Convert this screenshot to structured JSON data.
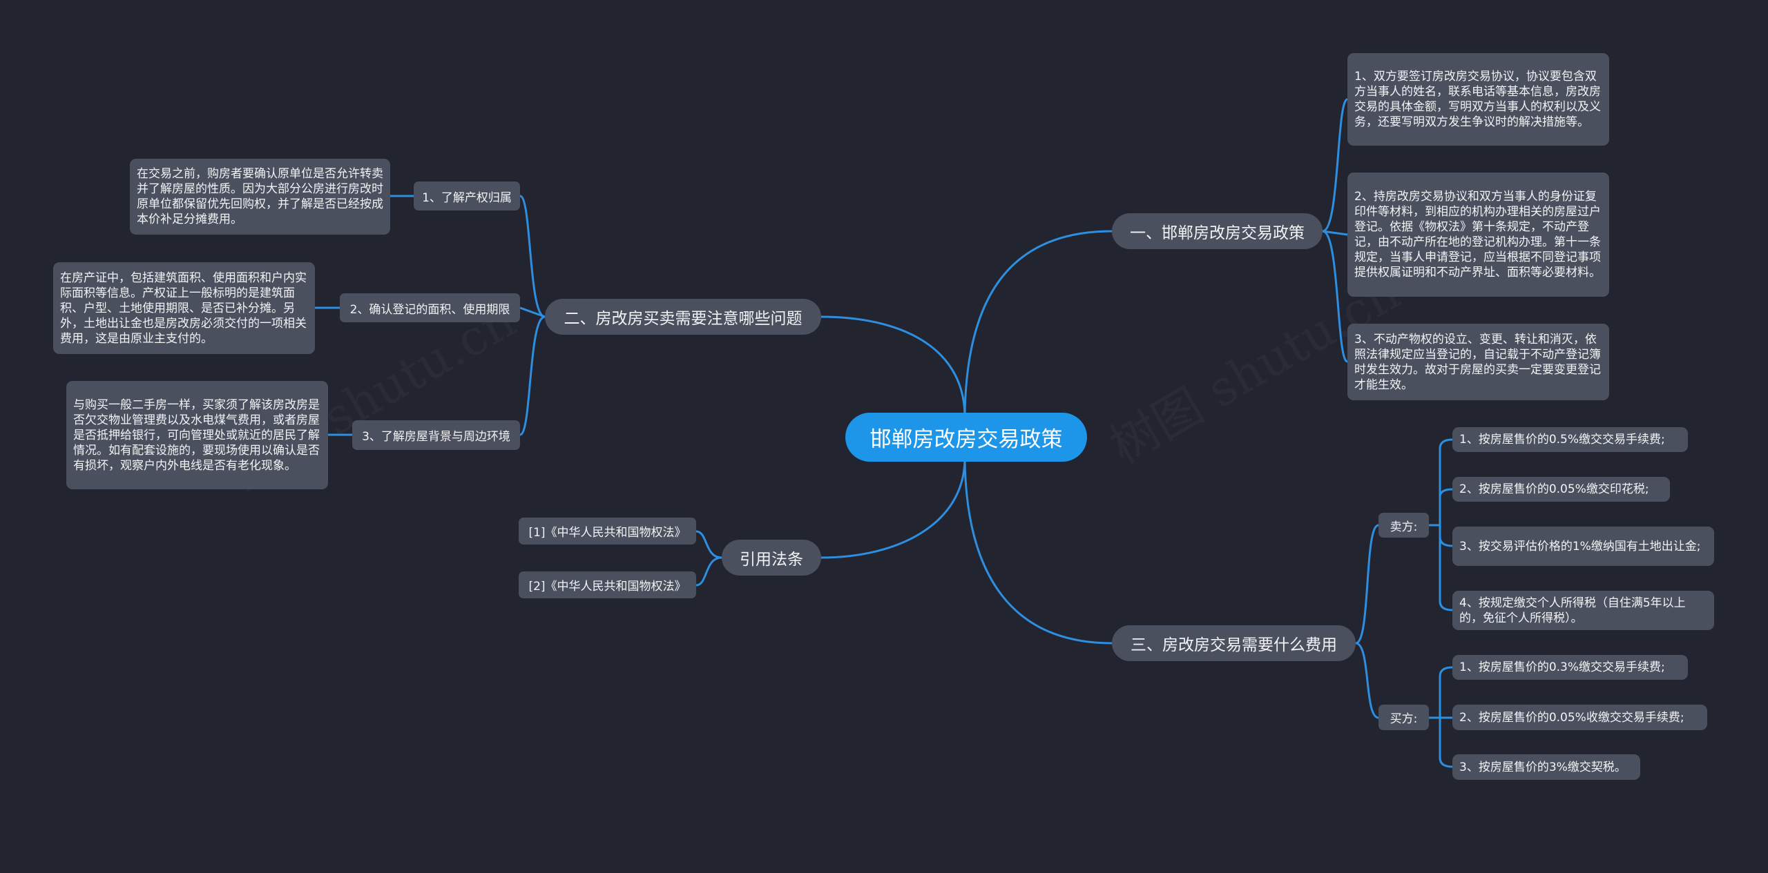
{
  "root": "邯郸房改房交易政策",
  "watermark": "树图 shutu.cn",
  "branch1": {
    "label": "一、邯郸房改房交易政策",
    "items": [
      "1、双方要签订房改房交易协议，协议要包含双方当事人的姓名，联系电话等基本信息，房改房交易的具体金额，写明双方当事人的权利以及义务，还要写明双方发生争议时的解决措施等。",
      "2、持房改房交易协议和双方当事人的身份证复印件等材料，到相应的机构办理相关的房屋过户登记。依据《物权法》第十条规定，不动产登记，由不动产所在地的登记机构办理。第十一条规定，当事人申请登记，应当根据不同登记事项提供权属证明和不动产界址、面积等必要材料。",
      "3、不动产物权的设立、变更、转让和消灭，依照法律规定应当登记的，自记载于不动产登记簿时发生效力。故对于房屋的买卖一定要变更登记才能生效。"
    ]
  },
  "branch2": {
    "label": "二、房改房买卖需要注意哪些问题",
    "items": [
      {
        "label": "1、了解产权归属",
        "detail": "在交易之前，购房者要确认原单位是否允许转卖并了解房屋的性质。因为大部分公房进行房改时原单位都保留优先回购权，并了解是否已经按成本价补足分摊费用。"
      },
      {
        "label": "2、确认登记的面积、使用期限",
        "detail": "在房产证中，包括建筑面积、使用面积和户内实际面积等信息。产权证上一般标明的是建筑面积、户型、土地使用期限、是否已补分摊。另外，土地出让金也是房改房必须交付的一项相关费用，这是由原业主支付的。"
      },
      {
        "label": "3、了解房屋背景与周边环境",
        "detail": "与购买一般二手房一样，买家须了解该房改房是否欠交物业管理费以及水电煤气费用，或者房屋是否抵押给银行，可向管理处或就近的居民了解情况。如有配套设施的，要现场使用以确认是否有损坏，观察户内外电线是否有老化现象。"
      }
    ]
  },
  "citations": {
    "label": "引用法条",
    "items": [
      "[1]《中华人民共和国物权法》",
      "[2]《中华人民共和国物权法》"
    ]
  },
  "branch3": {
    "label": "三、房改房交易需要什么费用",
    "seller": {
      "label": "卖方:",
      "items": [
        "1、按房屋售价的0.5%缴交交易手续费;",
        "2、按房屋售价的0.05%缴交印花税;",
        "3、按交易评估价格的1%缴纳国有土地出让金;",
        "4、按规定缴交个人所得税（自住满5年以上的，免征个人所得税）。"
      ]
    },
    "buyer": {
      "label": "买方:",
      "items": [
        "1、按房屋售价的0.3%缴交交易手续费;",
        "2、按房屋售价的0.05%收缴交交易手续费;",
        "3、按房屋售价的3%缴交契税。"
      ]
    }
  },
  "colors": {
    "background": "#222530",
    "node": "#4a505e",
    "root": "#1d95e9",
    "line": "#2e8fe0"
  }
}
